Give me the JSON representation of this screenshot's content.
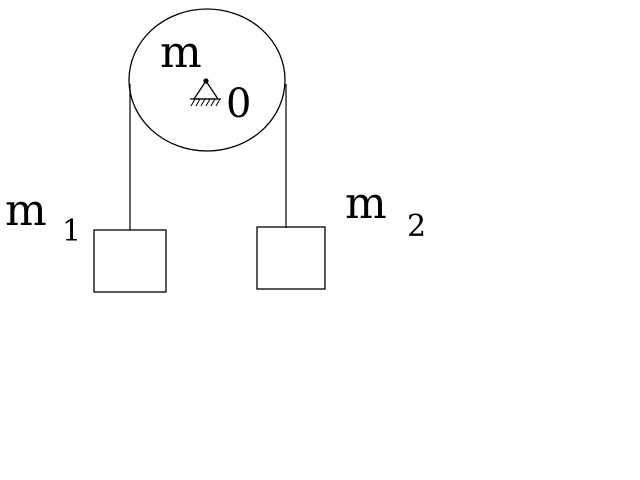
{
  "labels": {
    "pulley_mass": "m",
    "pivot": "0",
    "mass1": {
      "base": "m",
      "subscript": "1"
    },
    "mass2": {
      "base": "m",
      "subscript": "2"
    }
  },
  "colors": {
    "stroke": "#000000",
    "background": "#ffffff"
  }
}
